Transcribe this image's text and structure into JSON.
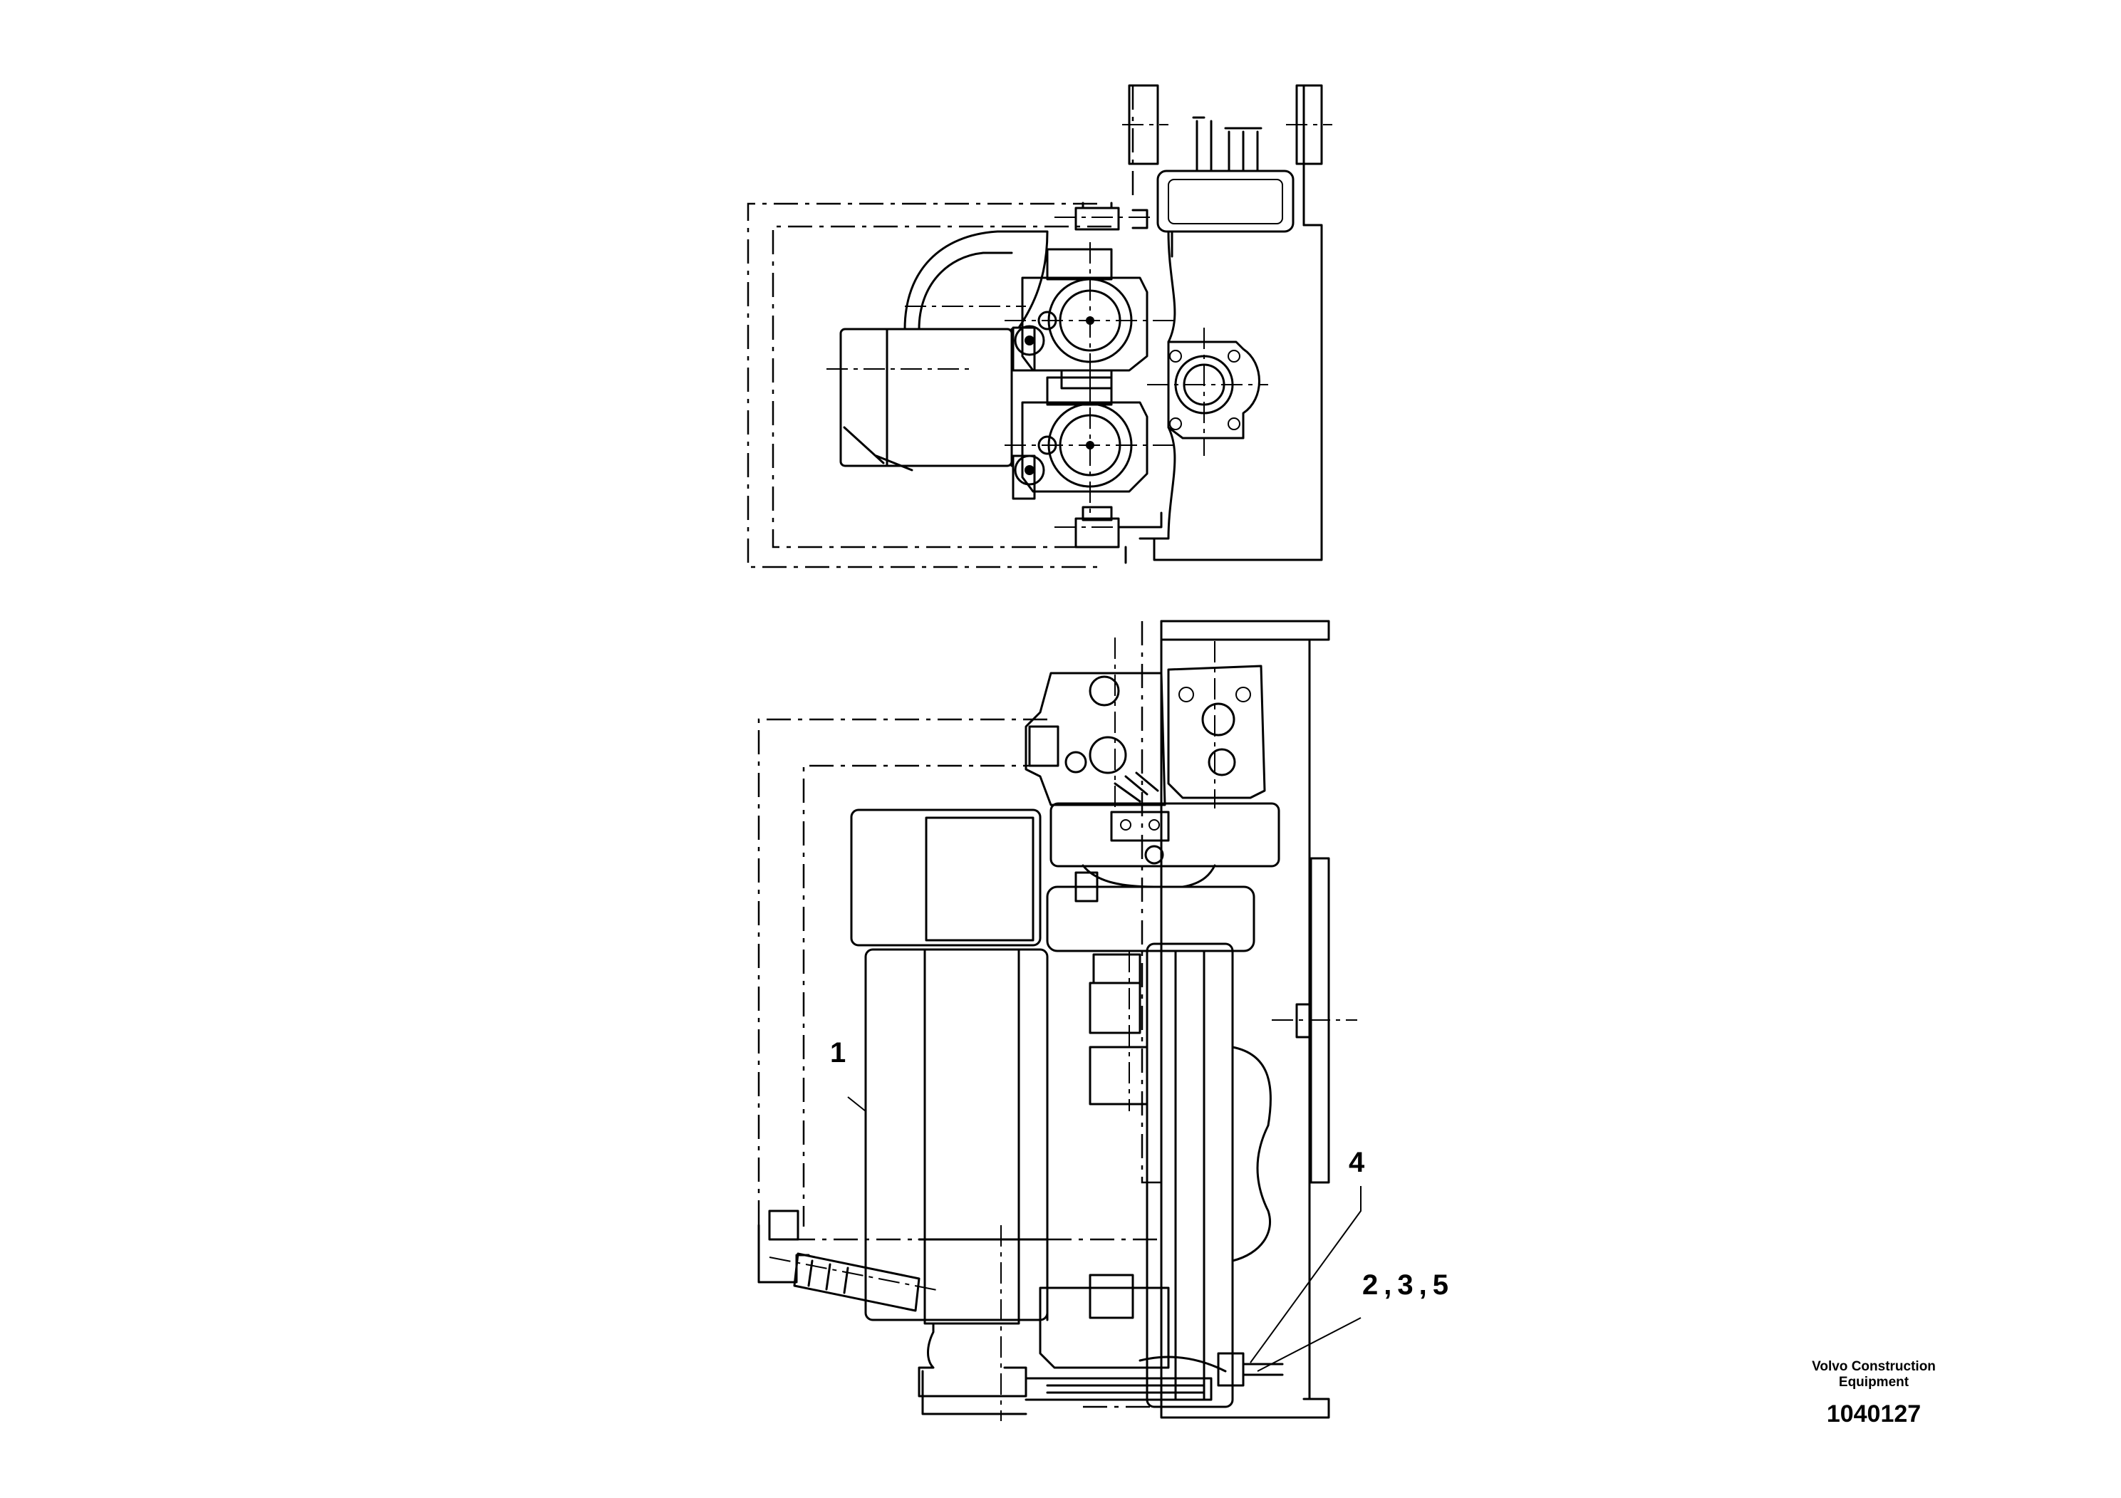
{
  "callouts": {
    "c1": "1",
    "c4": "4",
    "c235": "2 , 3 , 5"
  },
  "footer": {
    "brand_line1": "Volvo Construction",
    "brand_line2": "Equipment",
    "doc_number": "1040127"
  }
}
